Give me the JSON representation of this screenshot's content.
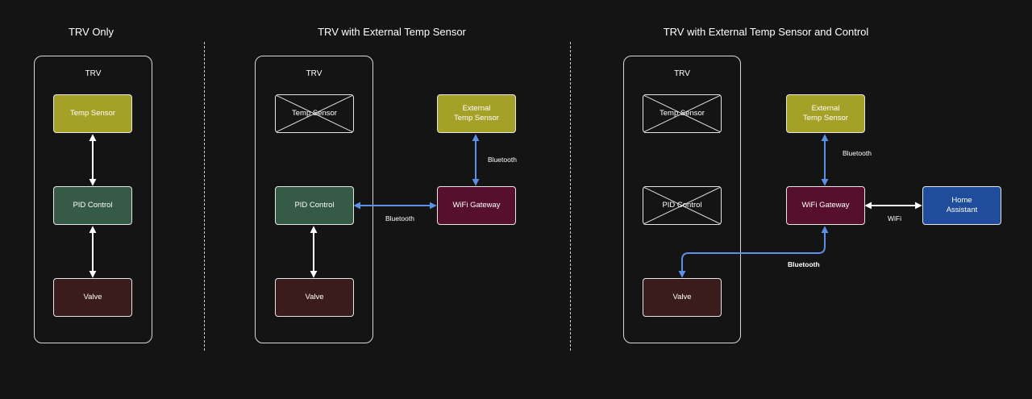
{
  "colors": {
    "temp_sensor": "#a5a027",
    "pid_control": "#355a45",
    "valve": "#3b1c1c",
    "gateway": "#56102e",
    "home_assistant": "#1f4d9b",
    "bluetooth_edge": "#5a90e6",
    "white_edge": "#ffffff"
  },
  "panels": [
    {
      "title": "TRV Only",
      "container_label": "TRV",
      "temp_sensor": "Temp Sensor",
      "pid_control": "PID Control",
      "valve": "Valve"
    },
    {
      "title": "TRV with External Temp Sensor",
      "container_label": "TRV",
      "temp_sensor": "Temp Sensor",
      "pid_control": "PID Control",
      "valve": "Valve",
      "external_sensor": "External\nTemp Sensor",
      "gateway": "WiFi Gateway",
      "edge_sensor_gateway": "Bluetooth",
      "edge_gateway_pid": "Bluetooth"
    },
    {
      "title": "TRV with External Temp Sensor and Control",
      "container_label": "TRV",
      "temp_sensor": "Temp Sensor",
      "pid_control": "PID Control",
      "valve": "Valve",
      "external_sensor": "External\nTemp Sensor",
      "gateway": "WiFi Gateway",
      "home_assistant": "Home\nAssistant",
      "edge_sensor_gateway": "Bluetooth",
      "edge_gateway_ha": "WiFi",
      "edge_gateway_valve": "Bluetooth"
    }
  ]
}
